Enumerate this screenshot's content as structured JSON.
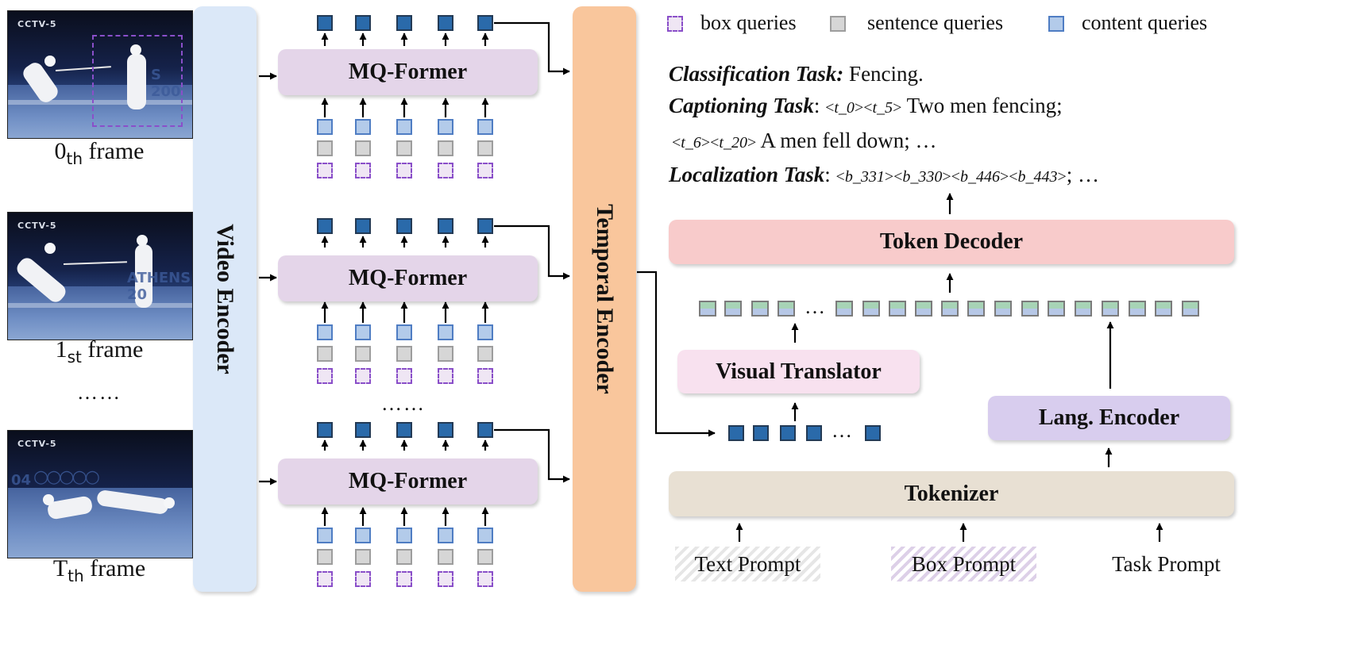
{
  "frames": [
    {
      "label_base": "0",
      "label_sub": "th",
      "label_rest": " frame",
      "logo": "CCTV-5"
    },
    {
      "label_base": "1",
      "label_sub": "st",
      "label_rest": " frame",
      "logo": "CCTV-5",
      "banner": "ATHENS 20"
    },
    {
      "label_base": "T",
      "label_sub": "th",
      "label_rest": " frame",
      "logo": "CCTV-5",
      "banner": "04"
    }
  ],
  "frames_ellipsis": "……",
  "video_encoder": "Video Encoder",
  "temporal_encoder": "Temporal Encoder",
  "mq_former": "MQ-Former",
  "mq_ellipsis": "……",
  "legend": [
    {
      "key": "box",
      "label": "box queries"
    },
    {
      "key": "sentence",
      "label": "sentence queries"
    },
    {
      "key": "content",
      "label": "content queries"
    }
  ],
  "tasks": {
    "classification": {
      "title": "Classification Task:",
      "text": " Fencing."
    },
    "captioning": {
      "title": "Captioning Task",
      "sep": ": ",
      "tokens_a": [
        "t_0",
        "t_5"
      ],
      "text_a": " Two men fencing;",
      "tokens_b": [
        "t_6",
        "t_20"
      ],
      "text_b": " A men fell down; …"
    },
    "localization": {
      "title": "Localization Task",
      "sep": ": ",
      "tokens": [
        "b_331",
        "b_330",
        "b_446",
        "b_443"
      ],
      "text": ";  …"
    }
  },
  "token_decoder": "Token Decoder",
  "visual_translator": "Visual Translator",
  "lang_encoder": "Lang. Encoder",
  "tokenizer": "Tokenizer",
  "seq_ellipsis": "…",
  "prompts": [
    "Text Prompt",
    "Box Prompt",
    "Task Prompt"
  ],
  "colors": {
    "video_encoder": "#dbe8f8",
    "temporal_encoder": "#f9c69c",
    "mq_former": "#e4d5e9",
    "token_decoder": "#f8cbcb",
    "visual_translator": "#f8e1ef",
    "lang_encoder": "#d8cdee",
    "tokenizer": "#e8e0d3",
    "content_query": "#2a6aaa",
    "box_query": "#8a4fc9"
  }
}
